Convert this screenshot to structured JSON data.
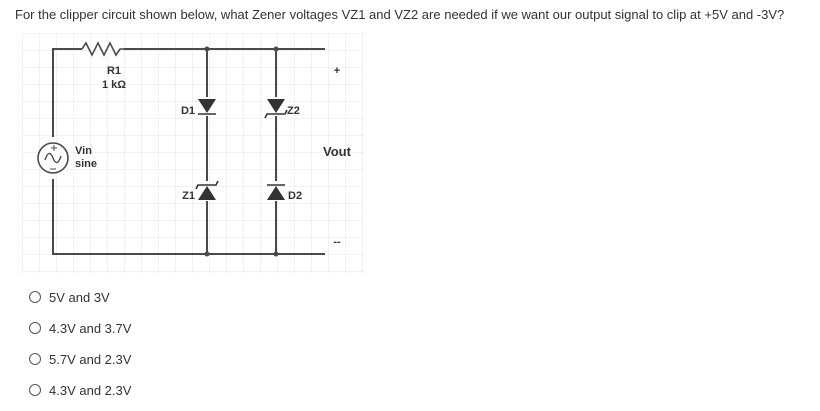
{
  "question": {
    "text": "For the clipper circuit shown below, what Zener voltages VZ1 and VZ2 are needed if we want our output signal to clip at +5V and -3V?"
  },
  "circuit": {
    "source": {
      "name": "Vin",
      "type": "sine"
    },
    "resistor": {
      "name": "R1",
      "value": "1 kΩ"
    },
    "components": {
      "d1": "D1",
      "z1": "Z1",
      "z2": "Z2",
      "d2": "D2"
    },
    "output": {
      "label": "Vout",
      "plus": "+",
      "minus": "--"
    },
    "colors": {
      "wire": "#4a4a4a",
      "grid": "#e3e3e3",
      "symbol": "#333333"
    }
  },
  "options": [
    {
      "label": "5V and 3V",
      "selected": false
    },
    {
      "label": "4.3V and 3.7V",
      "selected": false
    },
    {
      "label": "5.7V and 2.3V",
      "selected": false
    },
    {
      "label": "4.3V and 2.3V",
      "selected": false
    }
  ]
}
